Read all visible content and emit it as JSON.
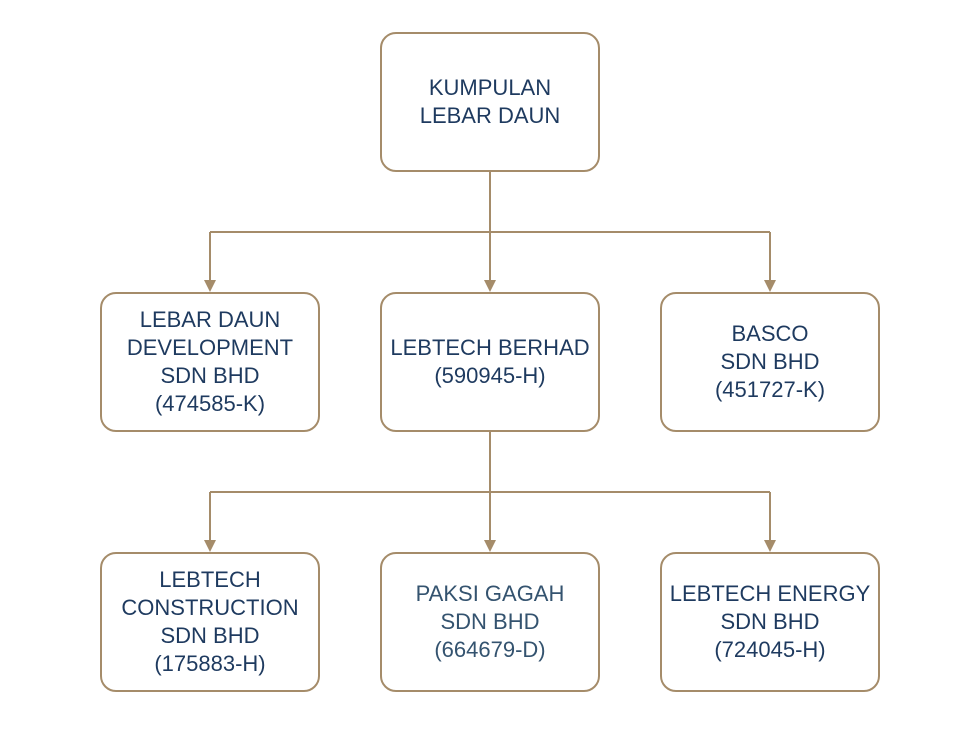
{
  "diagram": {
    "colors": {
      "border": "#A58C6A",
      "connector": "#A58C6A",
      "text": "#1E3A5F"
    },
    "root": {
      "lines": [
        "KUMPULAN",
        "LEBAR DAUN"
      ]
    },
    "level1": [
      {
        "lines": [
          "LEBAR DAUN",
          "DEVELOPMENT",
          "SDN BHD",
          "(474585-K)"
        ]
      },
      {
        "lines": [
          "LEBTECH BERHAD",
          "(590945-H)"
        ]
      },
      {
        "lines": [
          "BASCO",
          "SDN BHD",
          "(451727-K)"
        ]
      }
    ],
    "level2": [
      {
        "lines": [
          "LEBTECH",
          "CONSTRUCTION",
          "SDN BHD",
          "(175883-H)"
        ]
      },
      {
        "lines": [
          "PAKSI GAGAH",
          "SDN BHD",
          "(664679-D)"
        ]
      },
      {
        "lines": [
          "LEBTECH ENERGY",
          "SDN BHD",
          "(724045-H)"
        ]
      }
    ]
  }
}
